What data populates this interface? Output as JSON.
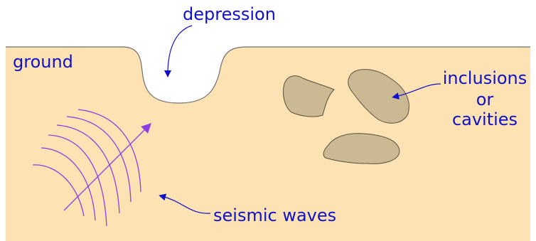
{
  "labels": {
    "depression": "depression",
    "ground": "ground",
    "inclusions_line1": "inclusions",
    "inclusions_line2": "or",
    "inclusions_line3": "cavities",
    "seismic_waves": "seismic waves"
  },
  "colors": {
    "ground_fill": "#fde3b3",
    "ground_outline": "#6e6e6e",
    "inclusion_fill": "#cbb994",
    "inclusion_outline": "#5a5040",
    "label_text": "#1010c8",
    "annotation_arrow": "#1010c8",
    "wave_color": "#8a3ee0"
  }
}
